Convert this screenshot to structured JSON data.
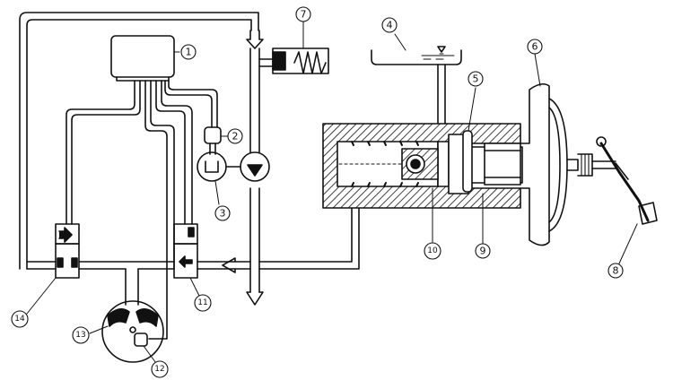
{
  "callouts": [
    {
      "id": "c1",
      "text": "1"
    },
    {
      "id": "c2",
      "text": "2"
    },
    {
      "id": "c3",
      "text": "3"
    },
    {
      "id": "c4",
      "text": "4"
    },
    {
      "id": "c5",
      "text": "5"
    },
    {
      "id": "c6",
      "text": "6"
    },
    {
      "id": "c7",
      "text": "7"
    },
    {
      "id": "c8",
      "text": "8"
    },
    {
      "id": "c9",
      "text": "9"
    },
    {
      "id": "c10",
      "text": "10"
    },
    {
      "id": "c11",
      "text": "11"
    },
    {
      "id": "c12",
      "text": "12"
    },
    {
      "id": "c13",
      "text": "13"
    },
    {
      "id": "c14",
      "text": "14"
    }
  ],
  "colors": {
    "line": "#111111",
    "background": "#ffffff"
  }
}
